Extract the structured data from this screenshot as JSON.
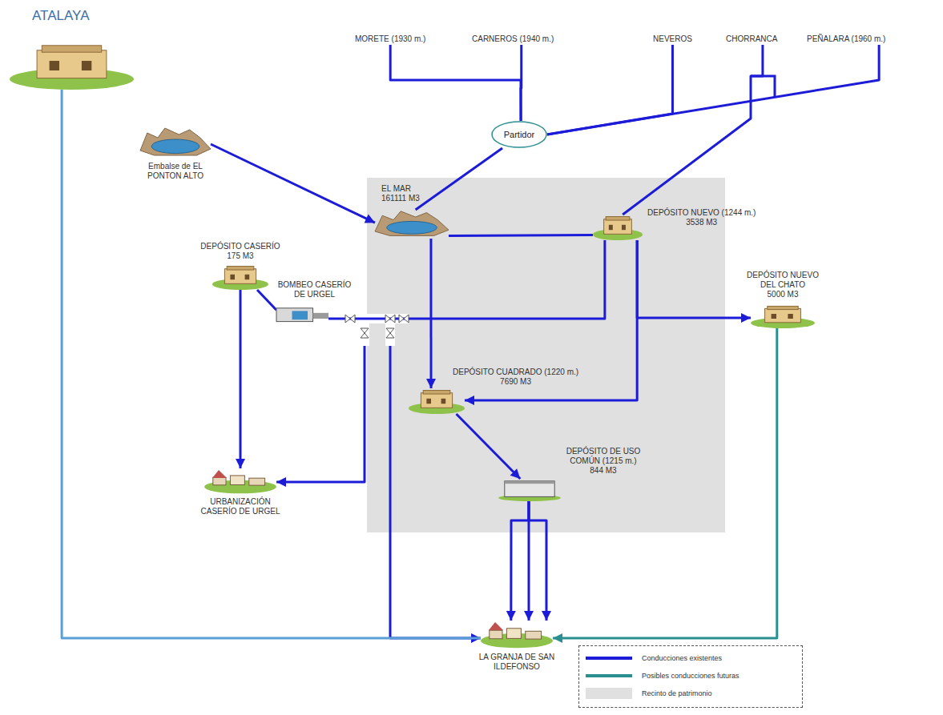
{
  "diagram": {
    "nodes": [
      {
        "text": [
          "ATALAYA"
        ]
      },
      {
        "text": [
          "MORETE (1930 m.)"
        ]
      },
      {
        "text": [
          "CARNEROS (1940 m.)"
        ]
      },
      {
        "text": [
          "NEVEROS"
        ]
      },
      {
        "text": [
          "CHORRANCA"
        ]
      },
      {
        "text": [
          "PEÑALARA (1960 m.)"
        ]
      },
      {
        "text": [
          "Partidor"
        ]
      },
      {
        "text": [
          "Embalse de EL PONTON ALTO"
        ]
      },
      {
        "text": [
          "EL MAR",
          "161111 M3"
        ]
      },
      {
        "text": [
          "DEPÓSITO NUEVO (1244 m.)",
          "3538 M3"
        ]
      },
      {
        "text": [
          "DEPÓSITO CASERÍO",
          "175 M3"
        ]
      },
      {
        "text": [
          "BOMBEO CASERÍO DE URGEL"
        ]
      },
      {
        "text": [
          "DEPÓSITO NUEVO DEL CHATO",
          "5000 M3"
        ]
      },
      {
        "text": [
          "DEPÓSITO CUADRADO (1220 m.)",
          "7690 M3"
        ]
      },
      {
        "text": [
          "DEPÓSITO DE USO COMÚN (1215 m.)",
          "844 M3"
        ]
      },
      {
        "text": [
          "URBANIZACIÓN CASERÍO DE URGEL"
        ]
      },
      {
        "text": [
          "LA GRANJA DE SAN ILDEFONSO"
        ]
      }
    ],
    "edges": [
      {
        "from": 1,
        "to": 6,
        "arrow": "none"
      },
      {
        "from": 2,
        "to": 6,
        "arrow": "none"
      },
      {
        "from": 3,
        "to": 6,
        "arrow": "none"
      },
      {
        "from": 5,
        "to": 6,
        "arrow": "none"
      },
      {
        "from": 4,
        "to": 9,
        "arrow": "none"
      },
      {
        "from": 6,
        "to": 8,
        "arrow": "none"
      },
      {
        "from": 7,
        "to": 8,
        "arrow": "to"
      },
      {
        "from": 8,
        "to": 9,
        "arrow": "none"
      },
      {
        "from": 8,
        "to": 13,
        "arrow": "to"
      },
      {
        "from": 9,
        "to": 11,
        "arrow": "to"
      },
      {
        "from": 9,
        "to": 12,
        "arrow": "to"
      },
      {
        "from": 9,
        "to": 13,
        "arrow": "to"
      },
      {
        "from": 10,
        "to": 11,
        "arrow": "none"
      },
      {
        "from": 10,
        "to": 15,
        "arrow": "to"
      },
      {
        "from": 11,
        "to": 15,
        "arrow": "to"
      },
      {
        "from": 11,
        "to": 16,
        "arrow": "to"
      },
      {
        "from": 13,
        "to": 14,
        "arrow": "to"
      },
      {
        "from": 14,
        "to": 16,
        "arrow": "to"
      },
      {
        "from": 14,
        "to": 16,
        "arrow": "to"
      },
      {
        "from": 14,
        "to": 16,
        "arrow": "to"
      },
      {
        "from": 12,
        "to": 16,
        "arrow": "to"
      },
      {
        "from": 0,
        "to": 16,
        "arrow": "none"
      }
    ],
    "legend": [
      {
        "text": "Conducciones existentes"
      },
      {
        "text": "Posibles conducciones futuras"
      },
      {
        "text": "Recinto de patrimonio",
        "color": "#e0e0e0"
      }
    ]
  }
}
